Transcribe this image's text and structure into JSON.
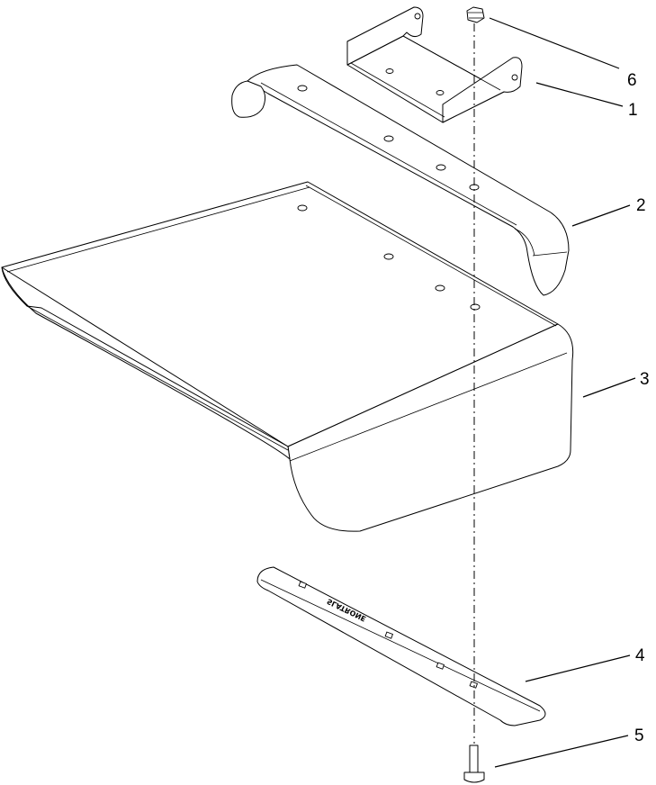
{
  "callouts": [
    {
      "id": "1",
      "label": "1"
    },
    {
      "id": "2",
      "label": "2"
    },
    {
      "id": "3",
      "label": "3"
    },
    {
      "id": "4",
      "label": "4"
    },
    {
      "id": "5",
      "label": "5"
    },
    {
      "id": "6",
      "label": "6"
    }
  ],
  "plate_stamp": "SLATRONE",
  "colors": {
    "line": "#000000",
    "background": "#ffffff"
  }
}
